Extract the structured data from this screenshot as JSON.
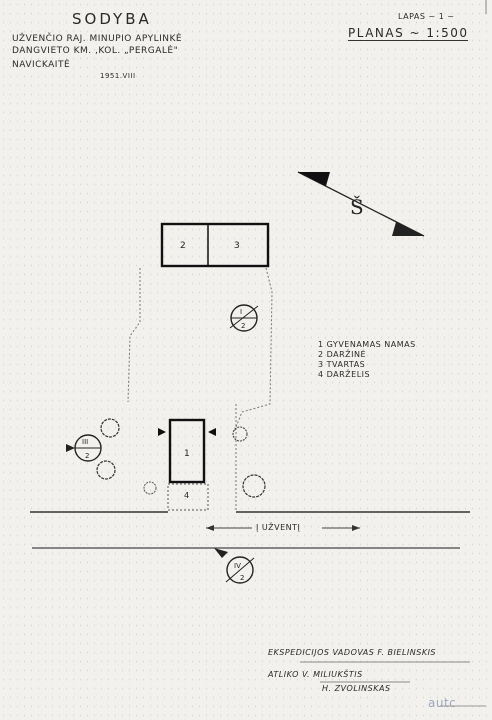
{
  "title": "SODYBA",
  "location_line1": "UŽVENČIO RAJ. MINUPIO APYLINKĖ",
  "location_line2": "DANGVIETO KM. ,KOL. „PERGALĖ\"",
  "owner": "NAVICKAITĖ",
  "date": "1951.VIII",
  "sheet": "LAPAS ~ 1 ~",
  "plan_scale": "PLANAS ~ 1:500",
  "north_label": "Š",
  "buildings": [
    {
      "number": "1"
    },
    {
      "number": "2"
    },
    {
      "number": "3"
    },
    {
      "number": "4"
    }
  ],
  "legend": [
    "1 GYVENAMAS NAMAS",
    "2 DARŽINĖ",
    "3 TVARTAS",
    "4 DARŽELIS"
  ],
  "view_markers": [
    {
      "label_top": "I",
      "label_bottom": "2"
    },
    {
      "label_top": "III",
      "label_bottom": "2"
    },
    {
      "label_top": "IV",
      "label_bottom": "2"
    }
  ],
  "road_label": "Į UŽVENTĮ",
  "signature_leader": "EKSPEDICIJOS VADOVAS F. BIELINSKIS",
  "signature_drawn": "ATLIKO V. MILIUKŠTIS",
  "signature_drawn2": "H. ZVOLINSKAS",
  "watermark": "autc"
}
